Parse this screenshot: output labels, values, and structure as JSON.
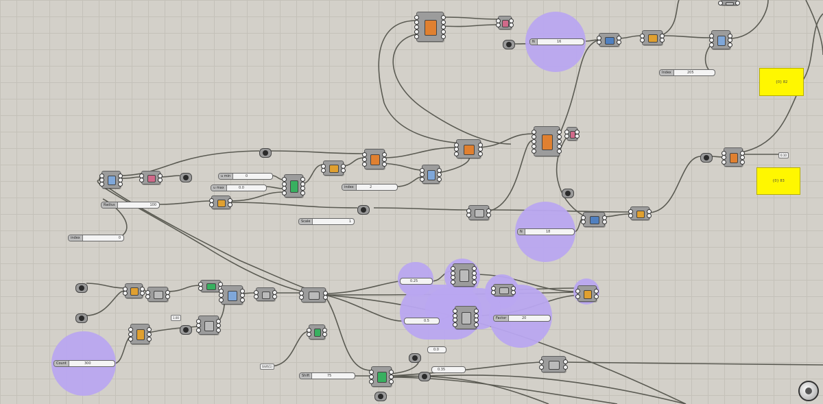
{
  "app": {
    "name": "node-canvas",
    "colors": {
      "canvas": "#d3d0c9",
      "group": "#b9a6f0",
      "panel": "#fff700",
      "wire": "#5a5a52"
    }
  },
  "sliders": [
    {
      "id": "s1",
      "label": "u min",
      "value": "0"
    },
    {
      "id": "s2",
      "label": "u max",
      "value": "0.0"
    },
    {
      "id": "s3",
      "label": "Radius",
      "value": "100"
    },
    {
      "id": "s4",
      "label": "index",
      "value": "0"
    },
    {
      "id": "s5",
      "label": "index",
      "value": "2"
    },
    {
      "id": "s6",
      "label": "Scale",
      "value": "1"
    },
    {
      "id": "s7",
      "label": "N",
      "value": "16"
    },
    {
      "id": "s8",
      "label": "N",
      "value": "18"
    },
    {
      "id": "s9",
      "label": "Index",
      "value": "205"
    },
    {
      "id": "s10",
      "label": "Factor",
      "value": "20"
    },
    {
      "id": "s11",
      "label": "Count",
      "value": "300"
    },
    {
      "id": "s12",
      "label": "Shift",
      "value": "75"
    },
    {
      "id": "s13",
      "label": "",
      "value": "0.25"
    },
    {
      "id": "s14",
      "label": "",
      "value": "0.5"
    },
    {
      "id": "s15",
      "label": "",
      "value": "0.0"
    },
    {
      "id": "s16",
      "label": "",
      "value": "0.35"
    }
  ],
  "panels": [
    {
      "id": "p1",
      "text": "{0} 82"
    },
    {
      "id": "p2",
      "text": "{0} 83"
    }
  ],
  "tags": [
    {
      "id": "t1",
      "text": "Shift(1)"
    },
    {
      "id": "t2",
      "text": "1.00"
    },
    {
      "id": "t3",
      "text": "0.10"
    }
  ]
}
